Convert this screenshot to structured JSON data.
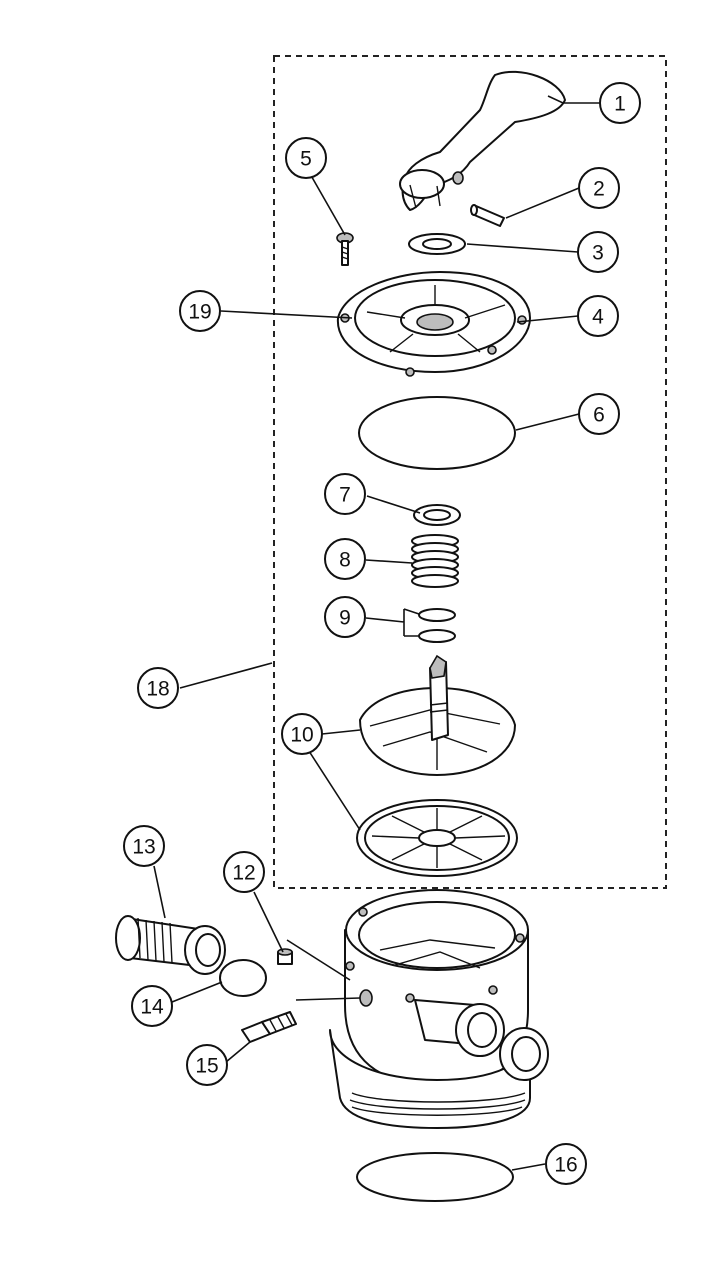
{
  "diagram": {
    "callouts": [
      {
        "id": "c1",
        "label": "1"
      },
      {
        "id": "c2",
        "label": "2"
      },
      {
        "id": "c3",
        "label": "3"
      },
      {
        "id": "c4",
        "label": "4"
      },
      {
        "id": "c5",
        "label": "5"
      },
      {
        "id": "c6",
        "label": "6"
      },
      {
        "id": "c7",
        "label": "7"
      },
      {
        "id": "c8",
        "label": "8"
      },
      {
        "id": "c9",
        "label": "9"
      },
      {
        "id": "c10",
        "label": "10"
      },
      {
        "id": "c12",
        "label": "12"
      },
      {
        "id": "c13",
        "label": "13"
      },
      {
        "id": "c14",
        "label": "14"
      },
      {
        "id": "c15",
        "label": "15"
      },
      {
        "id": "c16",
        "label": "16"
      },
      {
        "id": "c18",
        "label": "18"
      },
      {
        "id": "c19",
        "label": "19"
      }
    ]
  }
}
